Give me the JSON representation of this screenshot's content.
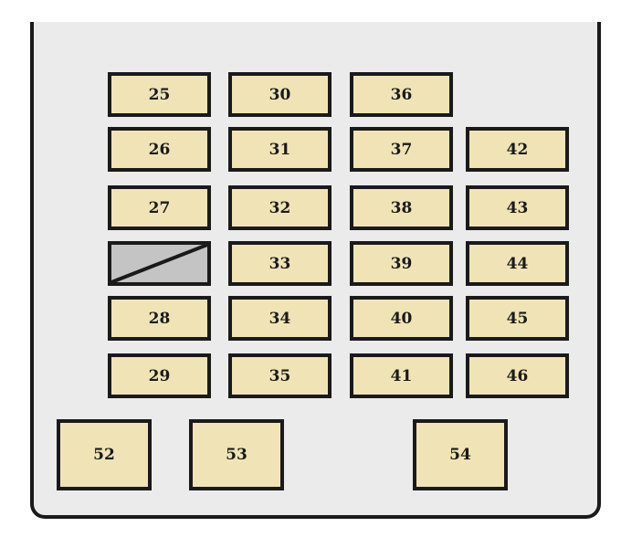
{
  "fuses": {
    "f25": "25",
    "f26": "26",
    "f27": "27",
    "f28": "28",
    "f29": "29",
    "f30": "30",
    "f31": "31",
    "f32": "32",
    "f33": "33",
    "f34": "34",
    "f35": "35",
    "f36": "36",
    "f37": "37",
    "f38": "38",
    "f39": "39",
    "f40": "40",
    "f41": "41",
    "f42": "42",
    "f43": "43",
    "f44": "44",
    "f45": "45",
    "f46": "46",
    "f52": "52",
    "f53": "53",
    "f54": "54"
  },
  "colors": {
    "panel_bg": "#ebebeb",
    "fuse_fill": "#f0e4b6",
    "blank_fill": "#c4c4c4",
    "outline": "#1a1a1a"
  }
}
